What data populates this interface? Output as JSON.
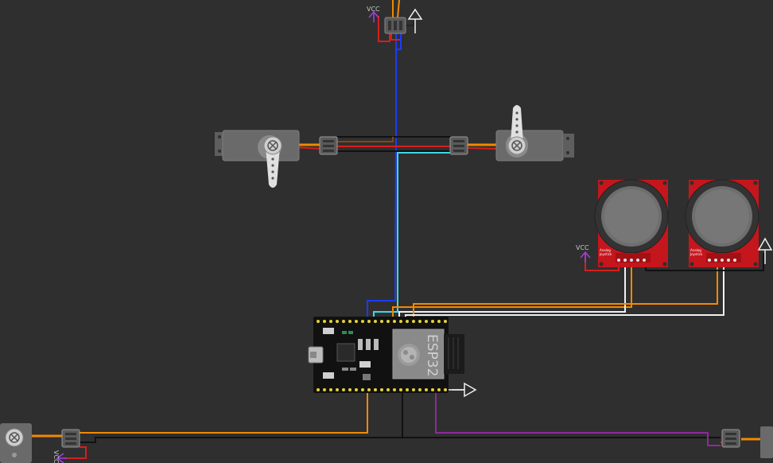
{
  "labels": {
    "vcc_top": "VCC",
    "vcc_joystick": "VCC",
    "vcc_bottom": "VCC",
    "esp_module": "ESP32",
    "joystick_1_line1": "Analog",
    "joystick_1_line2": "Joystick",
    "joystick_2_line1": "Analog",
    "joystick_2_line2": "Joystick"
  },
  "colors": {
    "background": "#2f2f2f",
    "wire_red": "#d81e1e",
    "wire_black": "#111111",
    "wire_orange": "#f08a00",
    "wire_brown": "#8b4513",
    "wire_blue": "#1a3cff",
    "wire_cyan": "#3fd7e8",
    "wire_white": "#f0f0f0",
    "wire_purple": "#8e2a9a",
    "vcc_purple": "#a040e0",
    "joystick_red": "#c4161c",
    "board_black": "#111111",
    "module_gray": "#8a8a8a"
  }
}
